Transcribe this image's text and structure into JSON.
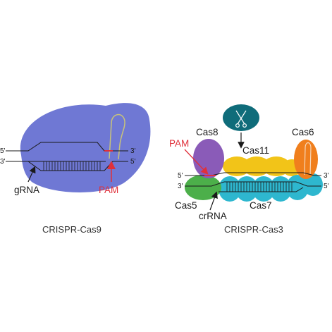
{
  "colors": {
    "cas9_body": "#6f78d4",
    "cas8": "#8a5bb8",
    "cas11": "#f2c418",
    "cas6": "#f07f1d",
    "cas7": "#2eb7cf",
    "cas5": "#4caf4a",
    "cas3": "#0f6c7a",
    "pam": "#e0303a",
    "grna_loop": "#c8c37a"
  },
  "icons": {
    "cas3_nuclease": "scissors-icon"
  },
  "cas9": {
    "caption": "CRISPR-Cas9",
    "top_left_end": "5'",
    "bottom_left_end": "3'",
    "top_right_end": "3'",
    "bottom_right_end": "5'",
    "grna_label": "gRNA",
    "pam_label": "PAM"
  },
  "cas3": {
    "caption": "CRISPR-Cas3",
    "cas8_label": "Cas8",
    "cas6_label": "Cas6",
    "cas11_label": "Cas11",
    "cas7_label": "Cas7",
    "cas5_label": "Cas5",
    "crrna_label": "crRNA",
    "pam_label": "PAM",
    "top_left_end": "5'",
    "bottom_left_end": "3'",
    "top_right_end": "3'",
    "bottom_right_end": "5'"
  }
}
